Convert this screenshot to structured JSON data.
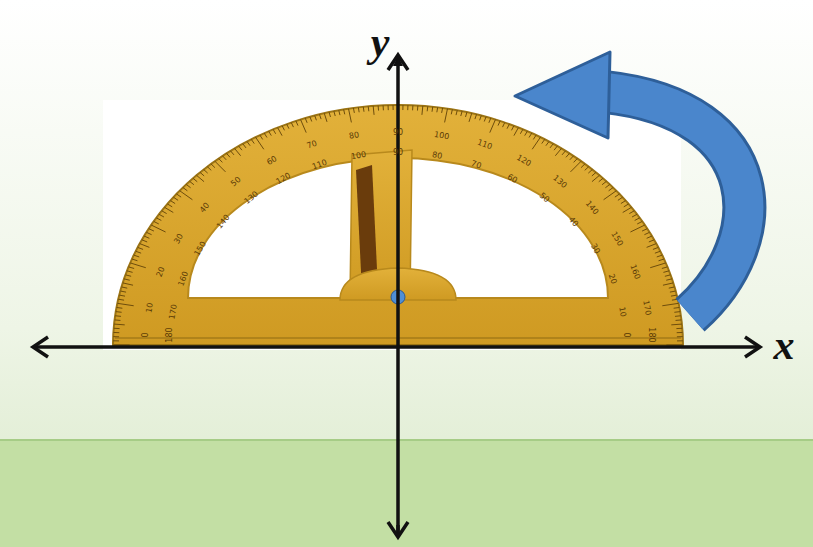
{
  "diagram": {
    "labels": [
      "y",
      "x",
      "0",
      "10",
      "20",
      "30",
      "40",
      "50",
      "60",
      "70",
      "80",
      "90",
      "100",
      "110",
      "120",
      "130",
      "140",
      "150",
      "160",
      "170",
      "180",
      "180",
      "170",
      "160",
      "150",
      "140",
      "130",
      "120",
      "110",
      "100",
      "90",
      "80",
      "70",
      "60",
      "50",
      "40",
      "30",
      "20",
      "10",
      "0"
    ]
  }
}
